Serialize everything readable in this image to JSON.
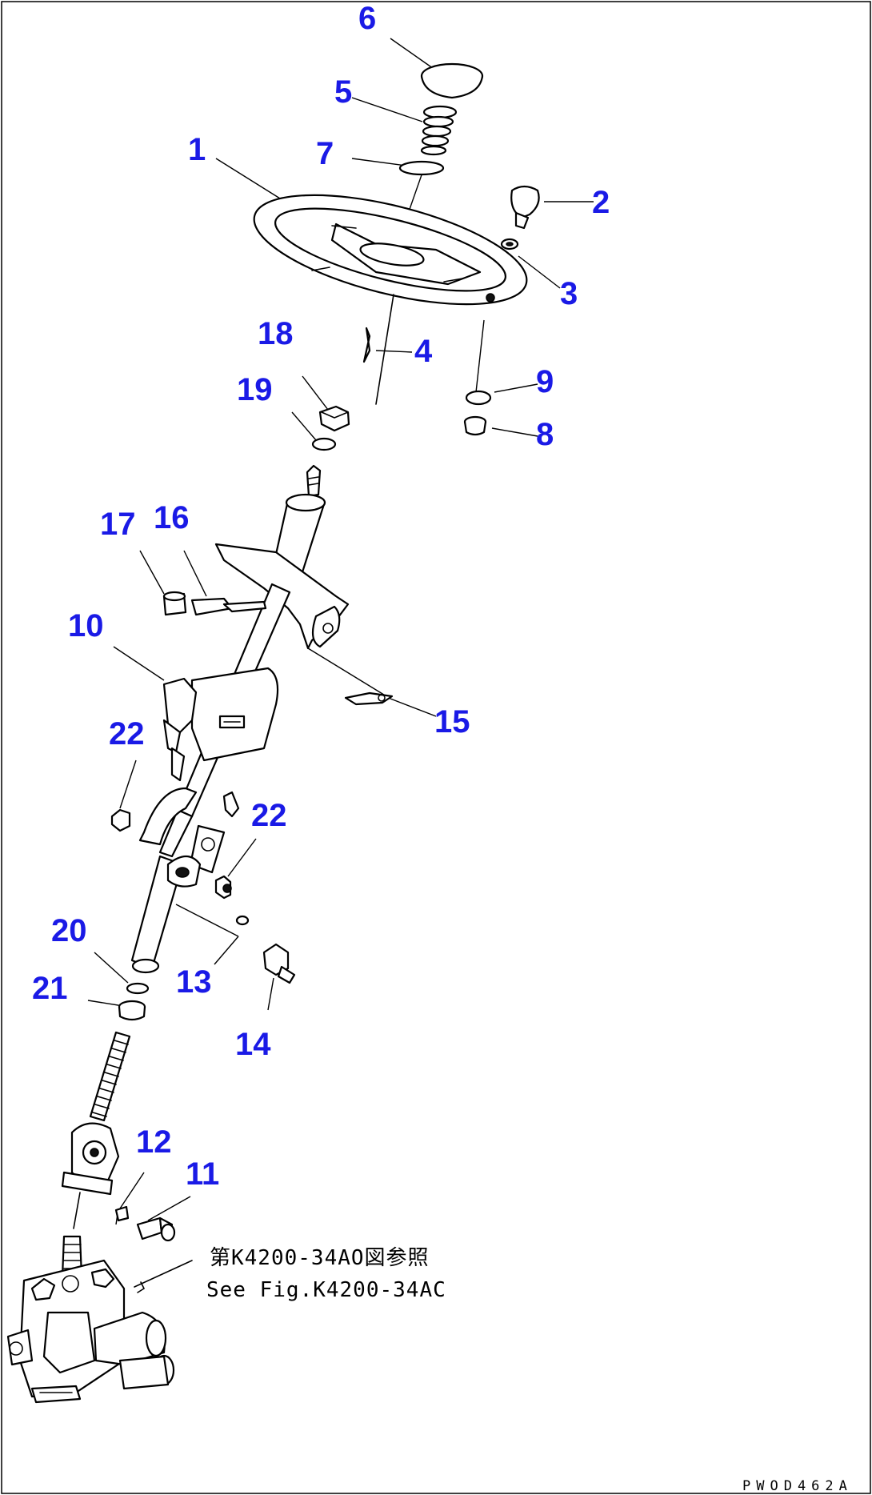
{
  "callouts": [
    {
      "id": "c1",
      "label": "1"
    },
    {
      "id": "c2",
      "label": "2"
    },
    {
      "id": "c3",
      "label": "3"
    },
    {
      "id": "c4",
      "label": "4"
    },
    {
      "id": "c5",
      "label": "5"
    },
    {
      "id": "c6",
      "label": "6"
    },
    {
      "id": "c7",
      "label": "7"
    },
    {
      "id": "c8",
      "label": "8"
    },
    {
      "id": "c9",
      "label": "9"
    },
    {
      "id": "c10",
      "label": "10"
    },
    {
      "id": "c11",
      "label": "11"
    },
    {
      "id": "c12",
      "label": "12"
    },
    {
      "id": "c13",
      "label": "13"
    },
    {
      "id": "c14",
      "label": "14"
    },
    {
      "id": "c15",
      "label": "15"
    },
    {
      "id": "c16",
      "label": "16"
    },
    {
      "id": "c17",
      "label": "17"
    },
    {
      "id": "c18",
      "label": "18"
    },
    {
      "id": "c19",
      "label": "19"
    },
    {
      "id": "c20",
      "label": "20"
    },
    {
      "id": "c21",
      "label": "21"
    },
    {
      "id": "c22a",
      "label": "22"
    },
    {
      "id": "c22b",
      "label": "22"
    }
  ],
  "reference": {
    "japanese": "第K4200-34AO図参照",
    "english": "See Fig.K4200-34AC"
  },
  "drawing_id": "PWOD462A",
  "colors": {
    "callout": "#1a1ae6",
    "line": "#000000",
    "background": "#ffffff"
  }
}
